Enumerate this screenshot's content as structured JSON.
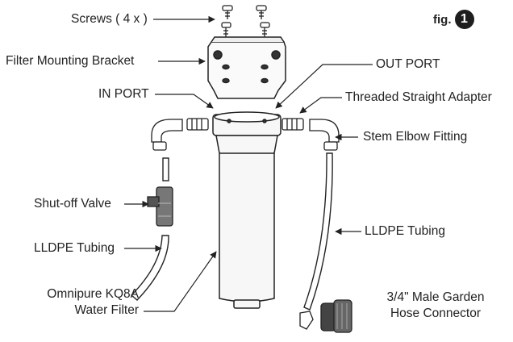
{
  "figure": {
    "prefix": "fig.",
    "number": "1"
  },
  "labels": {
    "screws": "Screws ( 4 x )",
    "bracket": "Filter Mounting Bracket",
    "out_port": "OUT PORT",
    "in_port": "IN PORT",
    "adapter": "Threaded Straight Adapter",
    "elbow": "Stem Elbow Fitting",
    "valve": "Shut-off Valve",
    "tubing_left": "LLDPE Tubing",
    "tubing_right": "LLDPE Tubing",
    "filter_line1": "Omnipure KQ8A",
    "filter_line2": "Water Filter",
    "hose_line1": "3/4\" Male Garden",
    "hose_line2": "Hose Connector"
  },
  "colors": {
    "line": "#222222",
    "part_fill": "#f7f7f7",
    "dark_part": "#555555",
    "badge": "#1e1e1e"
  }
}
